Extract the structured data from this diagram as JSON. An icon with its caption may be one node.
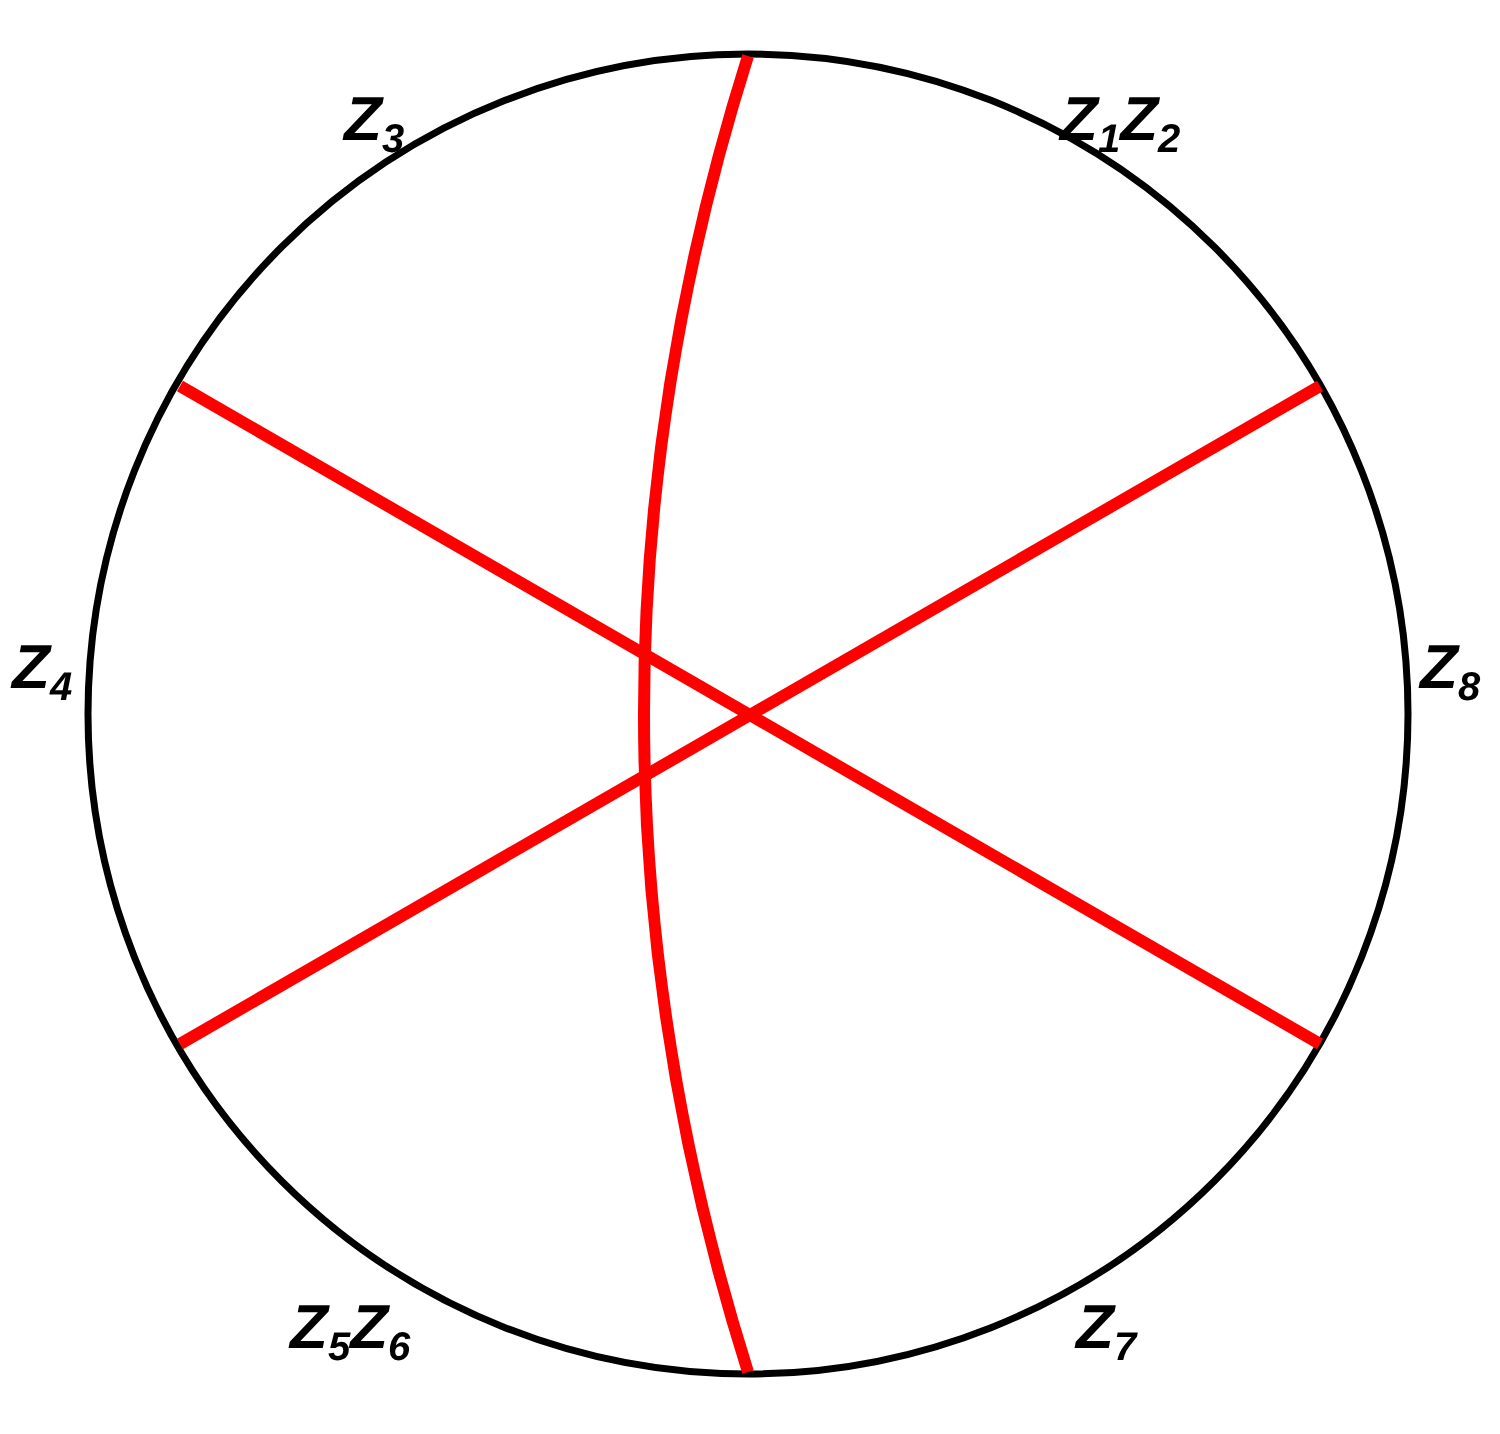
{
  "diagram": {
    "labels": [
      "Z$_{3}$",
      "Z$_{1}$Z$_{2}$",
      "Z$_{4}$",
      "Z$_{8}$",
      "Z$_{5}$Z$_{6}$",
      "Z$_{7}$"
    ]
  }
}
